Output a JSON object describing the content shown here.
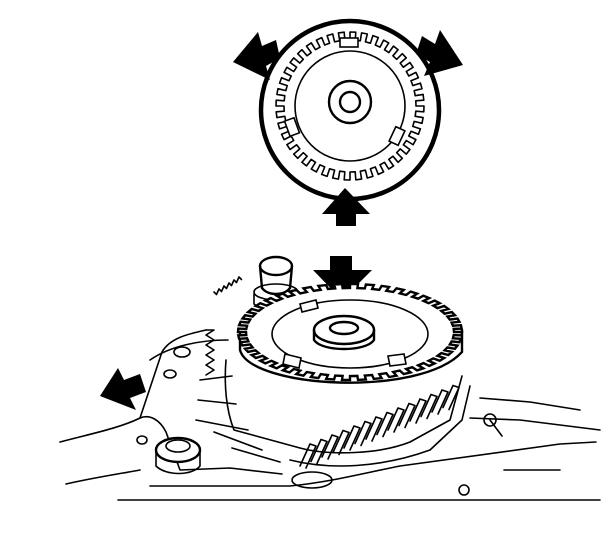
{
  "figure": {
    "ink_color": "#000000",
    "paper_color": "#ffffff",
    "components": [
      {
        "name": "reluctor-ring-detail",
        "description_visible_text": ""
      },
      {
        "name": "housing-assembly",
        "description_visible_text": ""
      }
    ],
    "arrows": [
      {
        "name": "rotation-arrow-left",
        "icon": "arrow-icon"
      },
      {
        "name": "rotation-arrow-right",
        "icon": "arrow-icon"
      },
      {
        "name": "bottom-up-arrow",
        "icon": "arrow-icon"
      },
      {
        "name": "down-arrow-to-ring",
        "icon": "arrow-icon"
      },
      {
        "name": "left-flange-arrow",
        "icon": "arrow-icon"
      }
    ]
  }
}
